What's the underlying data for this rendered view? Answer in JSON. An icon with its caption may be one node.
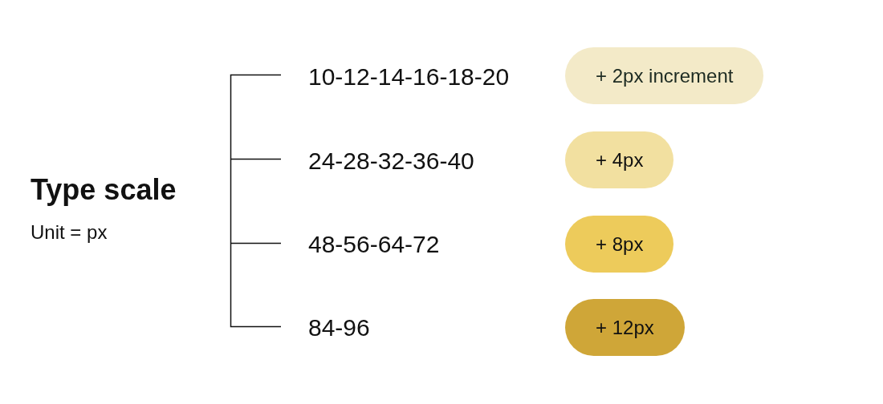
{
  "diagram": {
    "title": "Type scale",
    "nodes": [
      {
        "text": [
          "+ 2px increment"
        ]
      },
      {
        "text": [
          "+ 4px"
        ]
      },
      {
        "text": [
          "+ 8px"
        ]
      },
      {
        "text": [
          "+ 12px"
        ]
      }
    ],
    "labels": [
      "Unit = px",
      "10-12-14-16-18-20",
      "24-28-32-36-40",
      "48-56-64-72",
      "84-96"
    ]
  }
}
